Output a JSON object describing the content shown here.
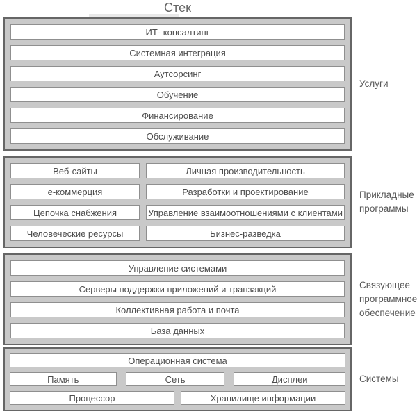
{
  "title": "Стек",
  "colors": {
    "block-fill": "#c9c9c9",
    "block-border": "#666666",
    "box-fill": "#ffffff",
    "box-border": "#8f8f8f",
    "text": "#4c4c4c",
    "label-text": "#575757",
    "title-text": "#666666"
  },
  "sections": [
    {
      "label": "Услуги",
      "rows": [
        "ИТ- консалтинг",
        "Системная интеграция",
        "Аутсорсинг",
        "Обучение",
        "Финансирование",
        "Обслуживание"
      ]
    },
    {
      "label": "Прикладные программы",
      "left": [
        "Веб-сайты",
        "е-коммерция",
        "Цепочка снабжения",
        "Человеческие ресурсы"
      ],
      "right": [
        "Личная производительность",
        "Разработки и проектирование",
        "Управление взаимоотношениями с клиентами",
        "Бизнес-разведка"
      ]
    },
    {
      "label": "Связующее программное обеспечение",
      "rows": [
        "Управление системами",
        "Серверы поддержки приложений и транзакций",
        "Коллективная работа и почта",
        "База данных"
      ]
    },
    {
      "label": "Системы",
      "row1": "Операционная система",
      "row2": [
        "Память",
        "Сеть",
        "Дисплеи"
      ],
      "row3": [
        "Процессор",
        "Хранилище информации"
      ]
    }
  ]
}
